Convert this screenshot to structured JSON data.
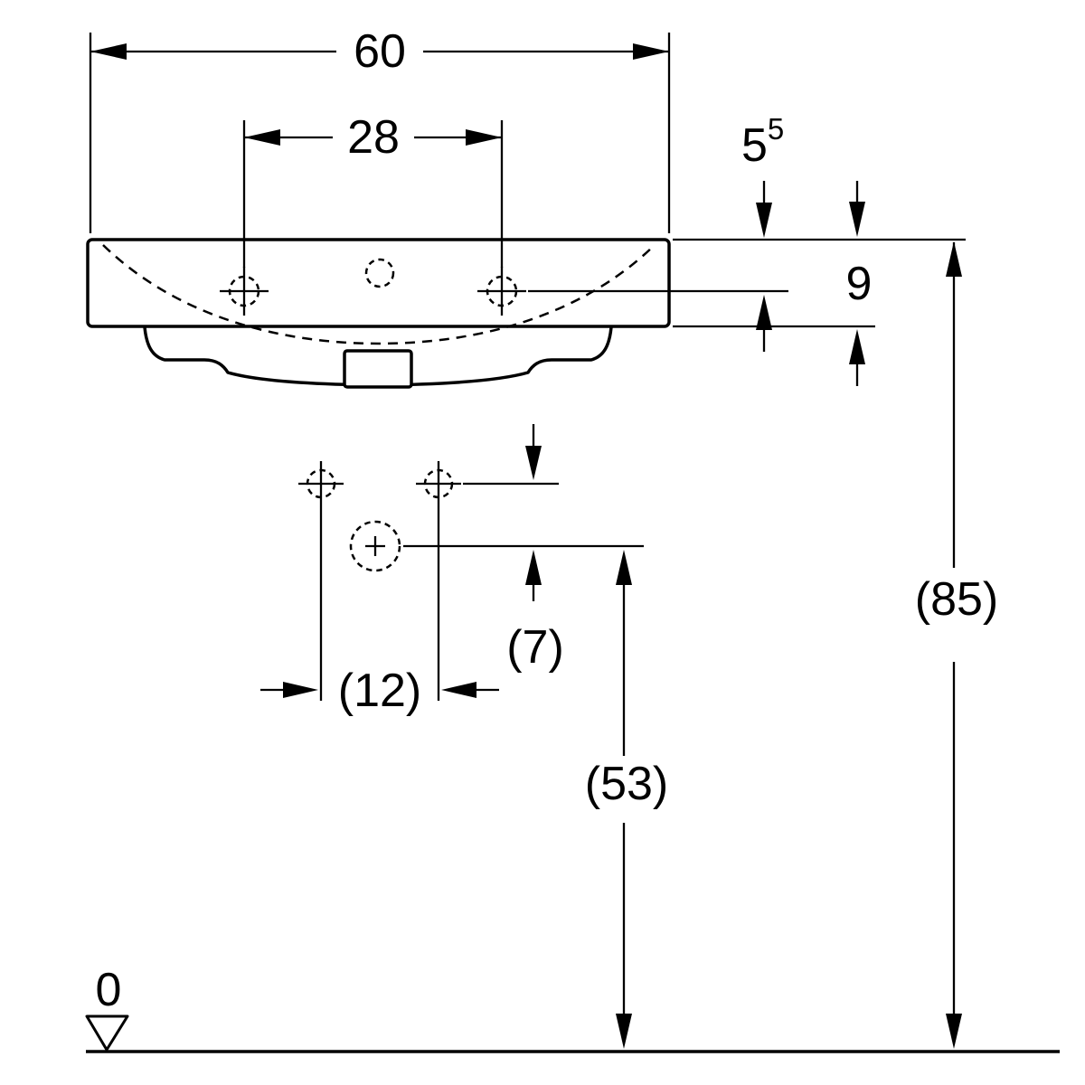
{
  "colors": {
    "ink": "#000000",
    "paper": "#ffffff"
  },
  "labels": {
    "width_overall": "60",
    "taphole_spacing": "28",
    "rim_to_taphole_main": "5",
    "rim_to_taphole_sup": "5",
    "rim_height": "9",
    "overall_height": "(85)",
    "fixing_hole_spacing": "(12)",
    "fixing_to_drain_offset": "(7)",
    "drain_height": "(53)",
    "datum_zero": "0"
  }
}
